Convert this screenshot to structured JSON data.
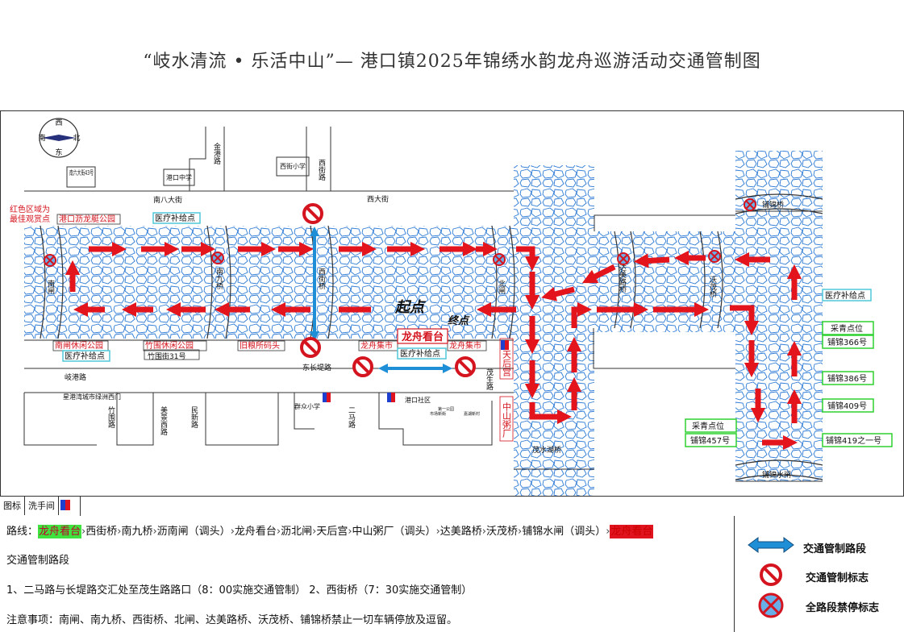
{
  "title": "“岐水清流 • 乐活中山”— 港口镇2025年锦绣水韵龙舟巡游活动交通管制图",
  "compass": {
    "north": "北",
    "south": "南",
    "east": "东",
    "west": "西"
  },
  "colors": {
    "route_arrow": "#e3141b",
    "water_stroke": "#2e7bd6",
    "control_blue": "#1e8fd6",
    "medical_box": "#4fc8d8",
    "green_box": "#2fd02f",
    "red_text": "#d4141e"
  },
  "map": {
    "road_labels": {
      "nanliu": "南六大街43号",
      "gangkou_school": "港口中学",
      "jingang": "金港路",
      "xijie_school": "西街小学",
      "xijie_road": "西街路",
      "nanba": "南八大街",
      "xida": "西大街",
      "qigang": "岐港路",
      "dongchangdi": "东长堤路",
      "maosheng": "茂生路",
      "zhuwei_road": "竹围路",
      "meijingxi": "美景西路",
      "minxin": "民新路",
      "erma": "二马路",
      "xinghai": "星港湾城市绿洲西门",
      "qunzhong_school": "群众小学",
      "gangkou_community": "港口社区",
      "tiny1": "市场新街",
      "tiny2": "第一公园",
      "tiny3": "嘉湖新村",
      "gate_south": "南闸",
      "bridge_nanjiu": "南九桥",
      "bridge_xijie": "西街桥",
      "gate_north": "北闸",
      "bridge_maoshui": "茂水湖桥",
      "bridge_damei": "达美路桥",
      "bridge_womao": "沃茂桥",
      "bridge_pujin": "铺锦桥",
      "gate_pujin": "铺锦水闸"
    },
    "red_labels": {
      "best_view": "红色区域为最佳观赏点",
      "longting": "港口沥龙艇公园",
      "nanzha_park": "南闸休闲公园",
      "zhuwei_park": "竹围休闲公园",
      "jiuliang": "旧粮所码头",
      "market_left": "龙舟集市",
      "market_right": "龙舟集市",
      "tianhou": "天后宫",
      "zhongshan": "中山粥厂"
    },
    "black_labels": {
      "zhuwei_street": "竹围街31号"
    },
    "medical_points": {
      "m1": "医疗补给点",
      "m2": "医疗补给点",
      "m3": "医疗补给点",
      "m4": "医疗补给点"
    },
    "green_points": {
      "caiqing1": "采青点位",
      "caiqing2": "采青点位",
      "p366": "铺锦366号",
      "p386": "铺锦386号",
      "p409": "铺锦409号",
      "p457": "铺锦457号",
      "p419": "铺锦419之一号"
    },
    "viewing_stand": "龙舟看台",
    "start_label": "起点",
    "end_label": "终点"
  },
  "icon_table": {
    "header": "图标",
    "toilet": "洗手间"
  },
  "route": {
    "label": "路线：",
    "stops": [
      "龙舟看台",
      "西街桥",
      "南九桥",
      "沥南闸（调头）",
      "龙舟看台",
      "沥北闸",
      "天后宫",
      "中山粥厂（调头）",
      "达美路桥",
      "沃茂桥",
      "铺锦水闸（调头）",
      "龙舟看台"
    ]
  },
  "control": {
    "title": "交通管制路段",
    "items": "1、二马路与长堤路交汇处至茂生路路口（8：00实施交通管制）  2、西街桥（7：30实施交通管制）",
    "notes": "注意事项：南闸、南九桥、西街桥、北闸、达美路桥、沃茂桥、铺锦桥禁止一切车辆停放及逗留。"
  },
  "legend": [
    {
      "icon": "double-arrow-icon",
      "label": "交通管制路段"
    },
    {
      "icon": "no-entry-icon",
      "label": "交通管制标志"
    },
    {
      "icon": "no-stopping-icon",
      "label": "全路段禁停标志"
    }
  ]
}
